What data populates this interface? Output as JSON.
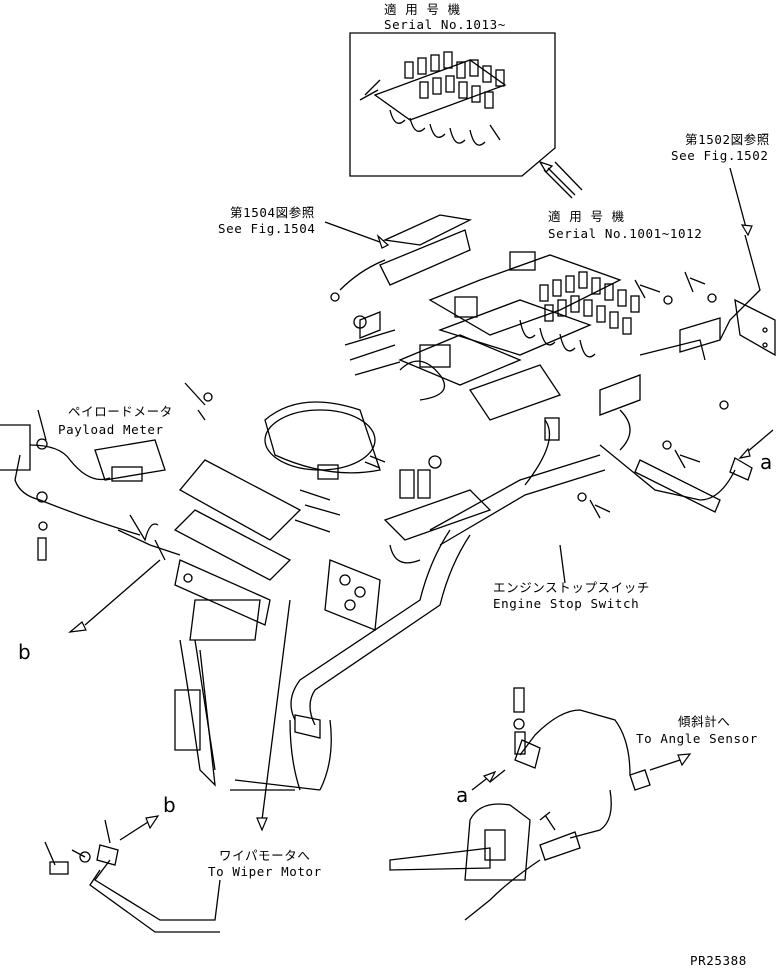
{
  "labels": {
    "serial_upper_jp": "適 用 号 機",
    "serial_upper_en": "Serial No.1013~",
    "fig1502_jp": "第1502図参照",
    "fig1502_en": "See Fig.1502",
    "fig1504_jp": "第1504図参照",
    "fig1504_en": "See Fig.1504",
    "serial_lower_jp": "適 用 号 機",
    "serial_lower_en": "Serial No.1001~1012",
    "payload_jp": "ペイロードメータ",
    "payload_en": "Payload Meter",
    "stop_jp": "エンジンストップスイッチ",
    "stop_en": "Engine Stop Switch",
    "angle_jp": "傾斜計へ",
    "angle_en": "To Angle Sensor",
    "wiper_jp": "ワイパモータへ",
    "wiper_en": "To Wiper Motor",
    "ref_a_right": "a",
    "ref_a_lower": "a",
    "ref_b_left": "b",
    "ref_b_lower": "b",
    "drawing_number": "PR25388"
  }
}
